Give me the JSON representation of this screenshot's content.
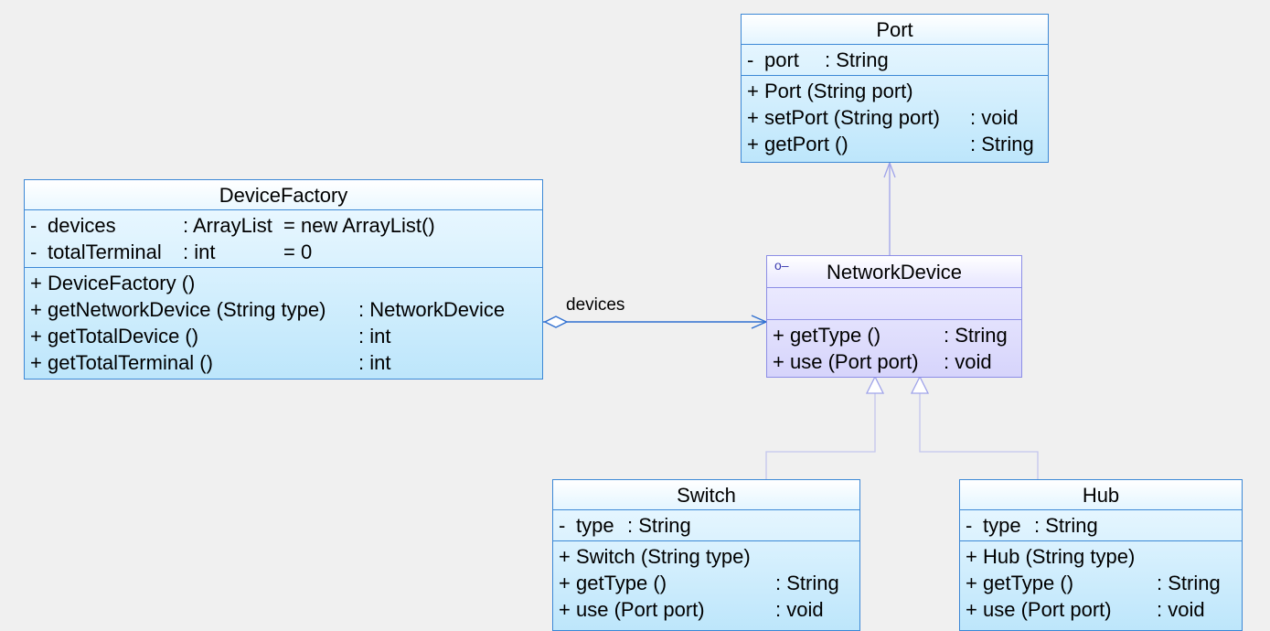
{
  "diagram": {
    "association_label": "devices",
    "classes": {
      "port": {
        "name": "Port",
        "attributes": [
          {
            "vis": "-",
            "name": "port",
            "type": ": String"
          }
        ],
        "operations": [
          {
            "vis": "+",
            "name": "Port (String port)",
            "ret": ""
          },
          {
            "vis": "+",
            "name": "setPort (String port)",
            "ret": ": void"
          },
          {
            "vis": "+",
            "name": "getPort ()",
            "ret": ": String"
          }
        ]
      },
      "device_factory": {
        "name": "DeviceFactory",
        "attributes": [
          {
            "vis": "-",
            "name": "devices",
            "type": ": ArrayList",
            "init": "= new ArrayList()"
          },
          {
            "vis": "-",
            "name": "totalTerminal",
            "type": ": int",
            "init": "= 0"
          }
        ],
        "operations": [
          {
            "vis": "+",
            "name": "DeviceFactory ()",
            "ret": ""
          },
          {
            "vis": "+",
            "name": "getNetworkDevice (String type)",
            "ret": ": NetworkDevice"
          },
          {
            "vis": "+",
            "name": "getTotalDevice ()",
            "ret": ": int"
          },
          {
            "vis": "+",
            "name": "getTotalTerminal ()",
            "ret": ": int"
          }
        ]
      },
      "network_device": {
        "name": "NetworkDevice",
        "stereotype_glyph": "interface-icon",
        "operations": [
          {
            "vis": "+",
            "name": "getType ()",
            "ret": ": String"
          },
          {
            "vis": "+",
            "name": "use (Port port)",
            "ret": ": void"
          }
        ]
      },
      "switch": {
        "name": "Switch",
        "attributes": [
          {
            "vis": "-",
            "name": "type",
            "type": ": String"
          }
        ],
        "operations": [
          {
            "vis": "+",
            "name": "Switch (String type)",
            "ret": ""
          },
          {
            "vis": "+",
            "name": "getType ()",
            "ret": ": String"
          },
          {
            "vis": "+",
            "name": "use (Port port)",
            "ret": ": void"
          }
        ]
      },
      "hub": {
        "name": "Hub",
        "attributes": [
          {
            "vis": "-",
            "name": "type",
            "type": ": String"
          }
        ],
        "operations": [
          {
            "vis": "+",
            "name": "Hub (String type)",
            "ret": ""
          },
          {
            "vis": "+",
            "name": "getType ()",
            "ret": ": String"
          },
          {
            "vis": "+",
            "name": "use (Port port)",
            "ret": ": void"
          }
        ]
      }
    },
    "colors": {
      "class_border": "#3c88d6",
      "class_fill": "#bde6fb",
      "interface_border": "#8c8ee6",
      "interface_fill": "#d6d4fb",
      "association_line": "#2f6fd0",
      "realization_line": "#9fa3ea",
      "generalization_line": "#c4c6ee",
      "background": "#f0f0f0"
    }
  }
}
